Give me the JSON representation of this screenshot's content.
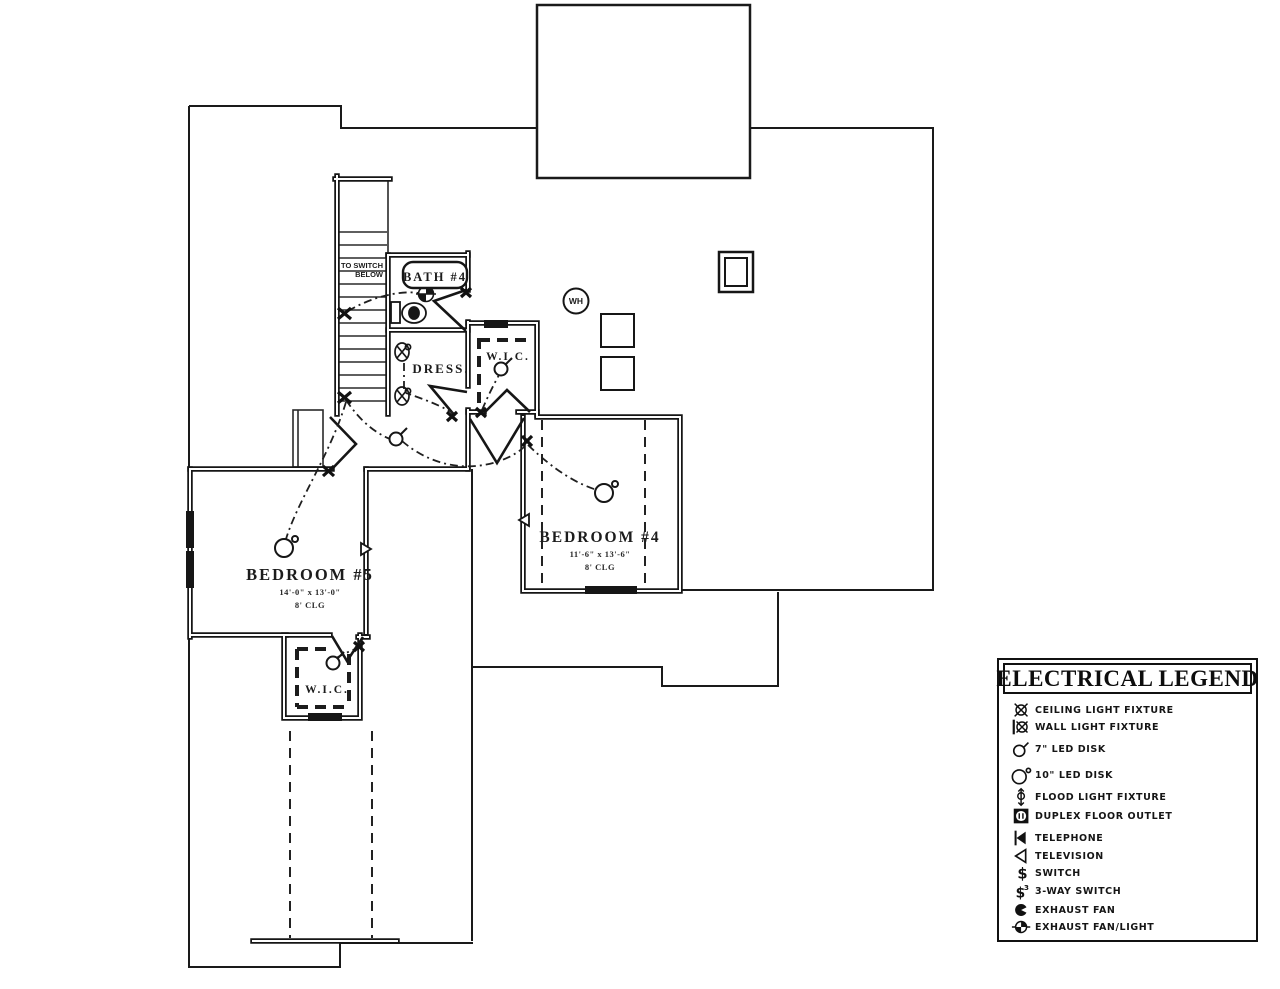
{
  "colors": {
    "ink": "#1a1a1a",
    "paper": "#ffffff"
  },
  "plan": {
    "rooms": {
      "bath": {
        "label": "BATH #4"
      },
      "dress": {
        "label": "DRESS."
      },
      "wic_upper": {
        "label": "W.I.C."
      },
      "wic_lower": {
        "label": "W.I.C."
      },
      "bedroom4": {
        "name": "BEDROOM #4",
        "dims": "11'-6\" x 13'-6\"",
        "ceiling": "8' CLG"
      },
      "bedroom5": {
        "name": "BEDROOM #5",
        "dims": "14'-0\" x 13'-0\"",
        "ceiling": "8' CLG"
      }
    },
    "annotations": {
      "stair_note_1": "TO SWITCH",
      "stair_note_2": "BELOW",
      "water_heater": "WH"
    }
  },
  "legend": {
    "title": "ELECTRICAL LEGEND",
    "items": [
      {
        "icon": "ceiling-light-fixture-icon",
        "label": "CEILING LIGHT FIXTURE"
      },
      {
        "icon": "wall-light-fixture-icon",
        "label": "WALL LIGHT FIXTURE"
      },
      {
        "icon": "led-disk-7-icon",
        "label": "7\" LED DISK"
      },
      {
        "icon": "led-disk-10-icon",
        "label": "10\" LED DISK"
      },
      {
        "icon": "flood-light-fixture-icon",
        "label": "FLOOD LIGHT FIXTURE"
      },
      {
        "icon": "duplex-floor-outlet-icon",
        "label": "DUPLEX FLOOR OUTLET"
      },
      {
        "icon": "telephone-icon",
        "label": "TELEPHONE"
      },
      {
        "icon": "television-icon",
        "label": "TELEVISION"
      },
      {
        "icon": "switch-icon",
        "label": "SWITCH"
      },
      {
        "icon": "three-way-switch-icon",
        "label": "3-WAY SWITCH"
      },
      {
        "icon": "exhaust-fan-icon",
        "label": "EXHAUST FAN"
      },
      {
        "icon": "exhaust-fan-light-icon",
        "label": "EXHAUST FAN/LIGHT"
      }
    ]
  }
}
